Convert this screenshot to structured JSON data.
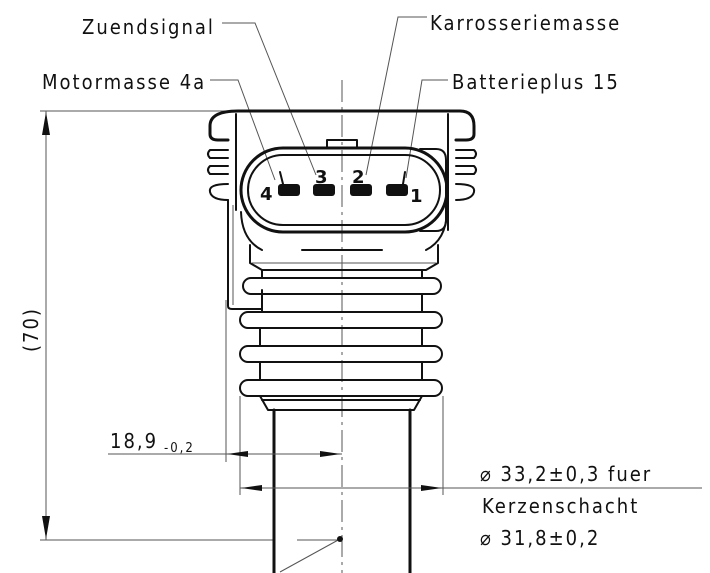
{
  "labels": {
    "zuendsignal": "Zuendsignal",
    "karosseriemasse": "Karrosseriemasse",
    "motormasse": "Motormasse 4a",
    "batterieplus": "Batterieplus 15"
  },
  "pins": [
    "4",
    "3",
    "2",
    "1"
  ],
  "dimensions": {
    "overall_height": "(70)",
    "width_main": "18,9",
    "width_tolerance": "-0,2",
    "dia_outer": "⌀ 33,2±0,3 fuer",
    "kerzenschacht": "Kerzenschacht",
    "dia_inner": "⌀ 31,8±0,2"
  },
  "colors": {
    "line": "#111111",
    "thin_line": "#555555",
    "background": "#ffffff"
  }
}
